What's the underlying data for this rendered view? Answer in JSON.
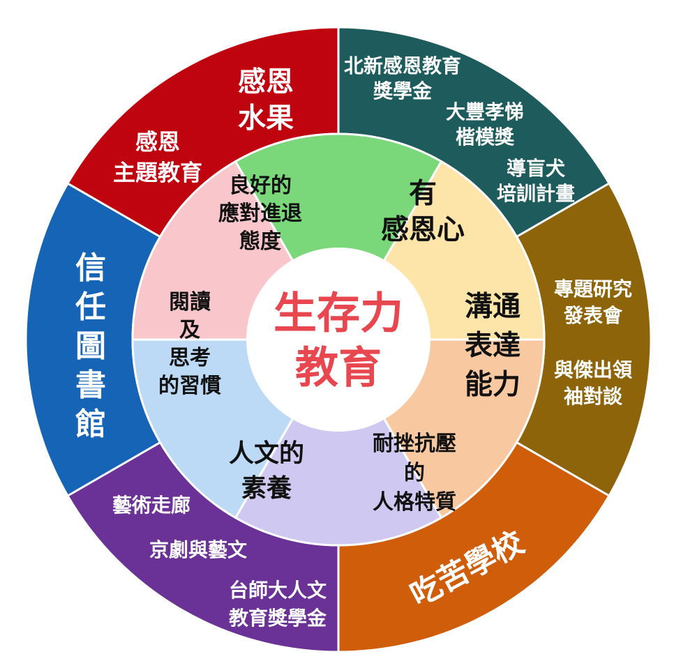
{
  "center": {
    "lines": [
      "生存力",
      "教育"
    ],
    "color": "#e8474f"
  },
  "inner": [
    {
      "key": "thanks",
      "lines": [
        "有",
        "感恩心"
      ],
      "color": "#7bd87a"
    },
    {
      "key": "communication",
      "lines": [
        "溝通",
        "表達",
        "能力"
      ],
      "color": "#fde4a8"
    },
    {
      "key": "resilience",
      "lines": [
        "耐挫抗壓",
        "的",
        "人格特質"
      ],
      "color": "#f8c9a0"
    },
    {
      "key": "humanities",
      "lines": [
        "人文的",
        "素養"
      ],
      "color": "#cfc9f2"
    },
    {
      "key": "reading",
      "lines": [
        "閱讀",
        "及",
        "思考",
        "的習慣"
      ],
      "color": "#bcd9f6"
    },
    {
      "key": "manners",
      "lines": [
        "良好的",
        "應對進退",
        "態度"
      ],
      "color": "#f8c6cb"
    }
  ],
  "outer": [
    {
      "key": "teal",
      "color": "#1d5b5d",
      "labels": [
        {
          "lines": [
            "北新感恩教育",
            "獎學金"
          ]
        },
        {
          "lines": [
            "大豐孝悌",
            "楷模獎"
          ]
        },
        {
          "lines": [
            "導盲犬",
            "培訓計畫"
          ]
        }
      ]
    },
    {
      "key": "brown",
      "color": "#8e640b",
      "labels": [
        {
          "lines": [
            "專題研究",
            "發表會"
          ]
        },
        {
          "lines": [
            "與傑出領",
            "袖對談"
          ]
        }
      ]
    },
    {
      "key": "orange",
      "color": "#cf5d0a",
      "labels": [
        {
          "lines": [
            "吃苦學校"
          ]
        }
      ]
    },
    {
      "key": "purple",
      "color": "#6a3196",
      "labels": [
        {
          "lines": [
            "藝術走廊"
          ]
        },
        {
          "lines": [
            "京劇與藝文"
          ]
        },
        {
          "lines": [
            "台師大人文",
            "教育獎學金"
          ]
        }
      ]
    },
    {
      "key": "blue",
      "color": "#1664b6",
      "labels": [
        {
          "lines": [
            "信",
            "任",
            "圖",
            "書",
            "館"
          ]
        }
      ]
    },
    {
      "key": "red",
      "color": "#c0040f",
      "labels": [
        {
          "lines": [
            "感恩",
            "水果"
          ]
        },
        {
          "lines": [
            "感恩",
            "主題教育"
          ]
        }
      ]
    }
  ]
}
